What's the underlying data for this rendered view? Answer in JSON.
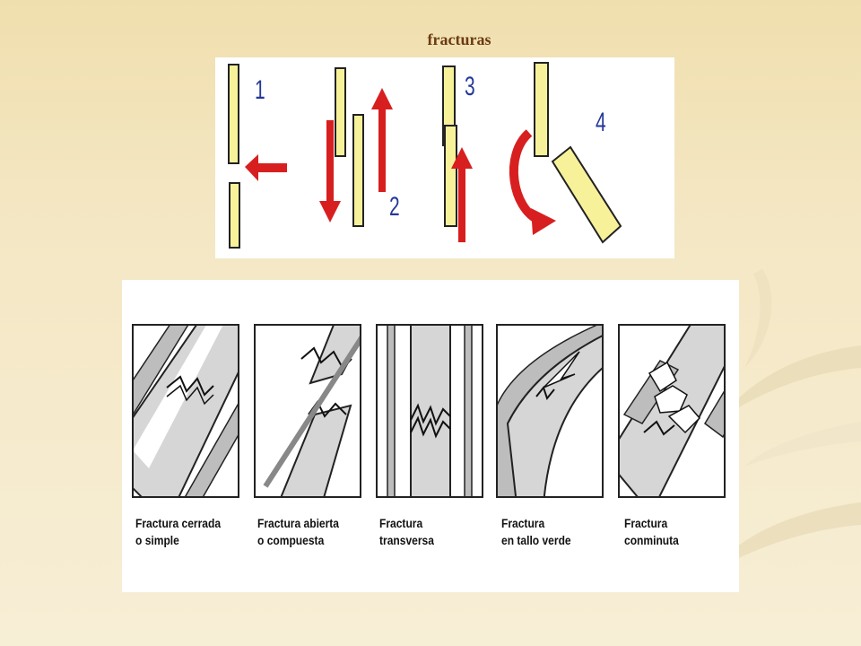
{
  "slide": {
    "title": "fracturas"
  },
  "mechanism_panel": {
    "labels": [
      "1",
      "2",
      "3",
      "4"
    ]
  },
  "types_panel": {
    "captions": [
      {
        "line1": "Fractura cerrada",
        "line2": "o simple"
      },
      {
        "line1": "Fractura abierta",
        "line2": "o compuesta"
      },
      {
        "line1": "Fractura",
        "line2": "transversa"
      },
      {
        "line1": "Fractura",
        "line2": "en tallo verde"
      },
      {
        "line1": "Fractura",
        "line2": "conminuta"
      }
    ]
  },
  "colors": {
    "bone_fill": "#f7f29a",
    "arrow_red": "#d81f1f",
    "label_blue": "#24389a",
    "title_brown": "#6b3a13"
  }
}
